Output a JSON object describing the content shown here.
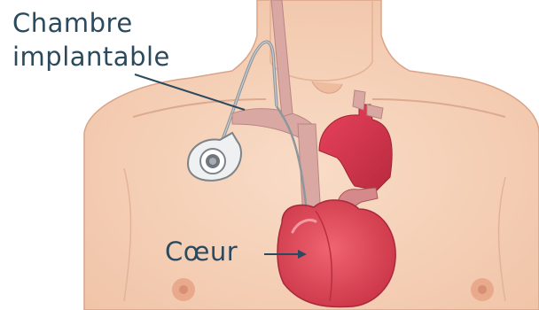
{
  "labels": {
    "chambre_line1": "Chambre",
    "chambre_line2": "implantable",
    "coeur": "Cœur"
  },
  "colors": {
    "label_text": "#2c4a5e",
    "skin": "#f6d3bd",
    "heart": "#e04a5a",
    "vessel": "#d9a8a3",
    "catheter": "#9aa0a6"
  }
}
